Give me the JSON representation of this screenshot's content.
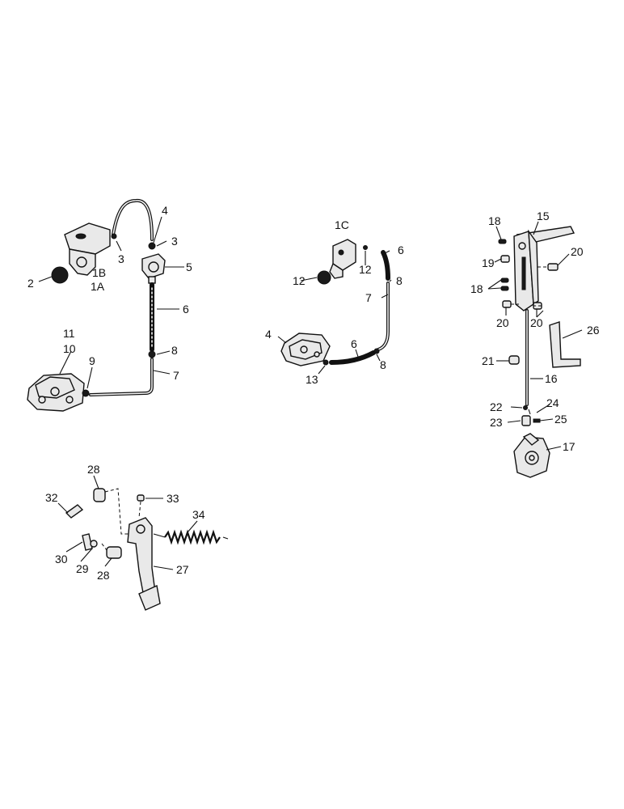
{
  "labels": {
    "l1a": "1A",
    "l1b": "1B",
    "l2": "2",
    "l3a": "3",
    "l3b": "3",
    "l4a": "4",
    "l5": "5",
    "l6a": "6",
    "l7a": "7",
    "l8a": "8",
    "l9": "9",
    "l10a": "10",
    "l11": "11",
    "l1c": "1C",
    "l12a": "12",
    "l12b": "12",
    "l6b": "6",
    "l8b": "8",
    "l7b": "7",
    "l4b": "4",
    "l6c": "6",
    "l8c": "8",
    "l13": "13",
    "l15": "15",
    "l18a": "18",
    "l19": "19",
    "l20a": "20",
    "l18b": "18",
    "l20b": "20",
    "l20c": "20",
    "l26": "26",
    "l21": "21",
    "l16": "16",
    "l22": "22",
    "l24": "24",
    "l23": "23",
    "l25": "25",
    "l17": "17",
    "l28a": "28",
    "l32": "32",
    "l33": "33",
    "l34": "34",
    "l30": "30",
    "l29": "29",
    "l28b": "28",
    "l27": "27"
  }
}
